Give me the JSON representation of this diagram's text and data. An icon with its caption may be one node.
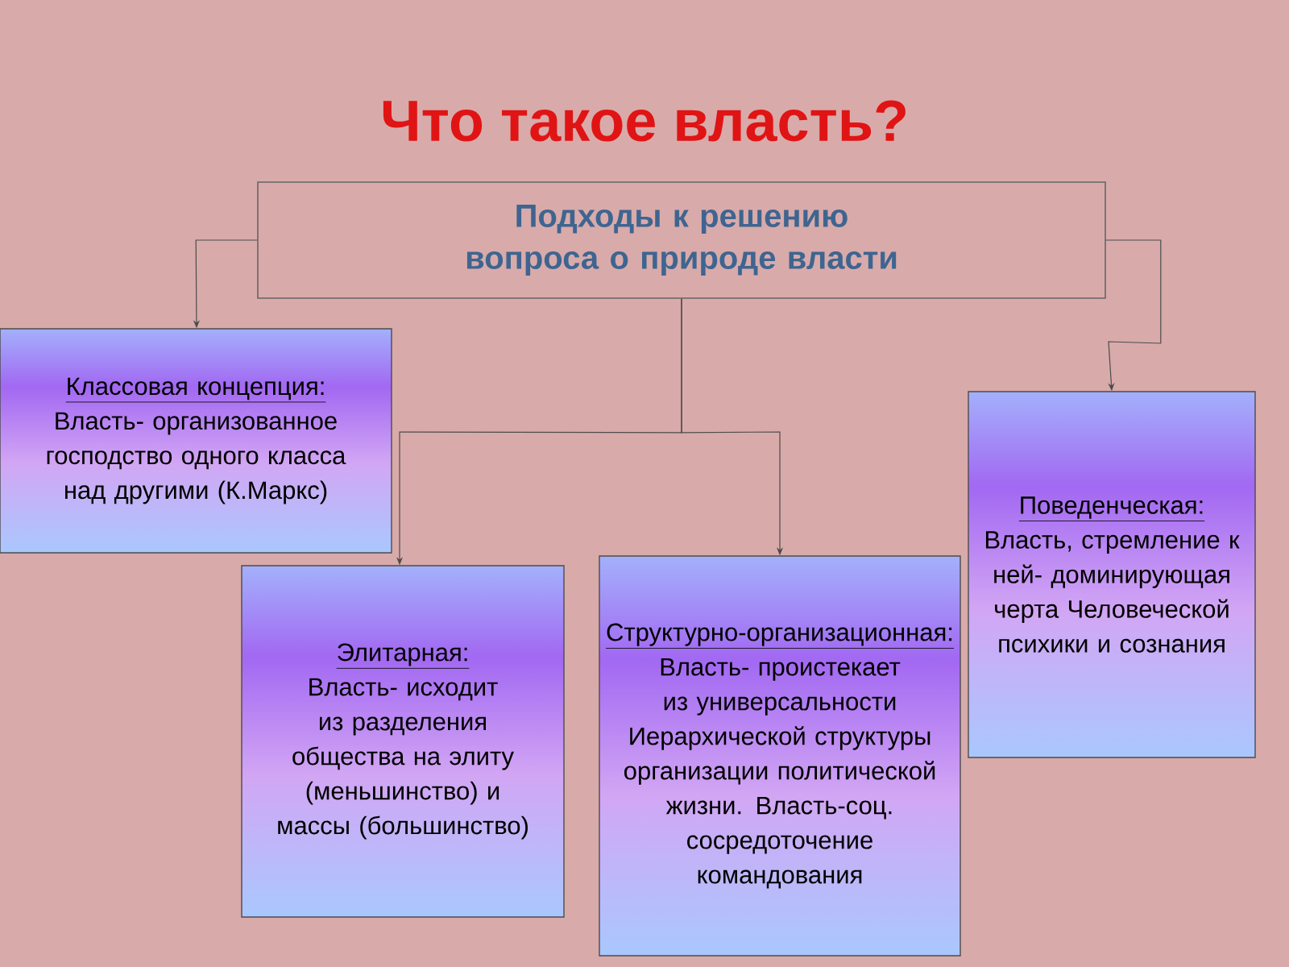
{
  "diagram": {
    "title": "Что такое власть?",
    "nodes": [
      {
        "text": [
          "Подходы к решению  вопроса о природе власти"
        ]
      },
      {
        "text": [
          "Классовая концепция:",
          "Власть- организованное господство одного класса над другими (К.Маркс)"
        ]
      },
      {
        "text": [
          "Элитарная:",
          "Власть- исходит из разделения общества на элиту (меньшинство) и массы (большинство)"
        ]
      },
      {
        "text": [
          "Структурно-организационная:",
          "Власть- проистекает из универсальности Иерархической структуры организации политической жизни. Власть-соц. сосредоточение командования"
        ]
      },
      {
        "text": [
          "Поведенческая:",
          "Власть, стремление к ней- доминирующая черта Человеческой психики и сознания"
        ]
      }
    ],
    "edges": [
      {
        "from": 0,
        "to": 1,
        "arrow": "to"
      },
      {
        "from": 0,
        "to": 2,
        "arrow": "to"
      },
      {
        "from": 0,
        "to": 3,
        "arrow": "to"
      },
      {
        "from": 0,
        "to": 4,
        "arrow": "to"
      }
    ]
  }
}
